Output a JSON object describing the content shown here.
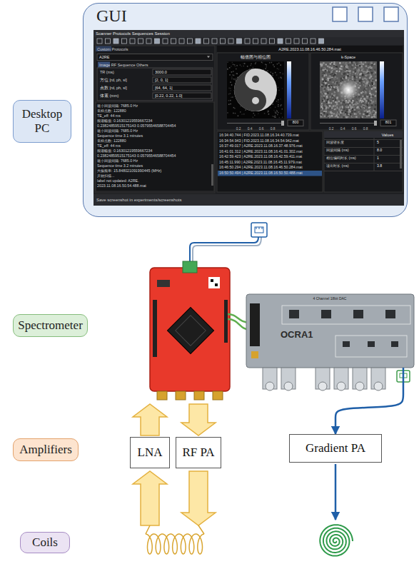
{
  "diagram": {
    "nodes": [
      {
        "text": [
          "GUI"
        ]
      },
      {
        "text": [
          "Desktop PC"
        ]
      },
      {
        "text": [
          "Spectrometer"
        ]
      },
      {
        "text": [
          "OCRA1"
        ]
      },
      {
        "text": [
          "Amplifiers"
        ]
      },
      {
        "text": [
          "LNA"
        ]
      },
      {
        "text": [
          "RF PA"
        ]
      },
      {
        "text": [
          "Gradient PA"
        ]
      },
      {
        "text": [
          "Coils"
        ]
      }
    ],
    "edges": [
      {
        "from": 3,
        "to": 7,
        "arrow": "to"
      }
    ],
    "labels": [
      "Scanner Protocols Sequences Session",
      "Custom Protocols",
      "A2RE",
      "Image RF Sequence Others",
      "TR (ms)",
      "3000.0",
      "方位 [rd, ph, sl]",
      "[2, 0, 1]",
      "点数 [rd, ph, sl]",
      "[64, 64, 1]",
      "体素 (mm)",
      "[0.22, 0.22, 1.0]",
      "最小回波间隔: 7685.0 Hz",
      "采样点数: 122880",
      "TE_eff: 44 ms",
      "频谱幅值: 0.16301219559667234",
      "0.23824859515175143 0.05795546588704454",
      "最小回波间隔: 7685.0 Hz",
      "Sequence time 3.1 minutes",
      "采样点数: 122880",
      "TE_eff: 44 ms",
      "频谱幅值: 0.16301219559667234",
      "0.23824859515175143 0.05795546588704454",
      "最小回波间隔: 7685.0 Hz",
      "Sequence time 3.2 minutes",
      "共振频率: 15.848021091990445 (MHz)",
      "开始扫描...",
      "label not updated: A2RE.",
      "2023.11.08.16.50.54.488.mat",
      "A2RE.2023.11.08.16.46.50.284.mat",
      "幅值图与相位图",
      "k-Space",
      "800",
      "801",
      "0.2",
      "0.4",
      "0.6",
      "0.8",
      "0.2",
      "0.4",
      "0.6",
      "0.8",
      "16:34:40.744 | FID.2023.11.08.16.34.40.739.mat",
      "16:34:54.943 | FID.2023.11.08.16.34.54.942.mat",
      "16:37:49.017 | A2RE.2023.11.08.16.37.48.976.mat",
      "16:41:01.312 | A2RE.2023.11.08.16.41.01.302.mat",
      "16:42:59.423 | A2RE.2023.11.08.16.42.59.411.mat",
      "16:45:11.990 | A2RE.2023.11.08.16.45.11.979.mat",
      "16:46:50.294 | A2RE.2023.11.08.16.46.50.284.mat",
      "16:50:50.494 | A2RE.2023.11.08.16.50.50.488.mat",
      "Values",
      "回波链长度",
      "5",
      "回波间隔 (ms)",
      "8.0",
      "相位编码时长 (ms)",
      "1",
      "读出时长 (ms)",
      "3.8",
      "Save screenshot in experiments/screenshots",
      "4 Channel 18bit DAC"
    ]
  }
}
